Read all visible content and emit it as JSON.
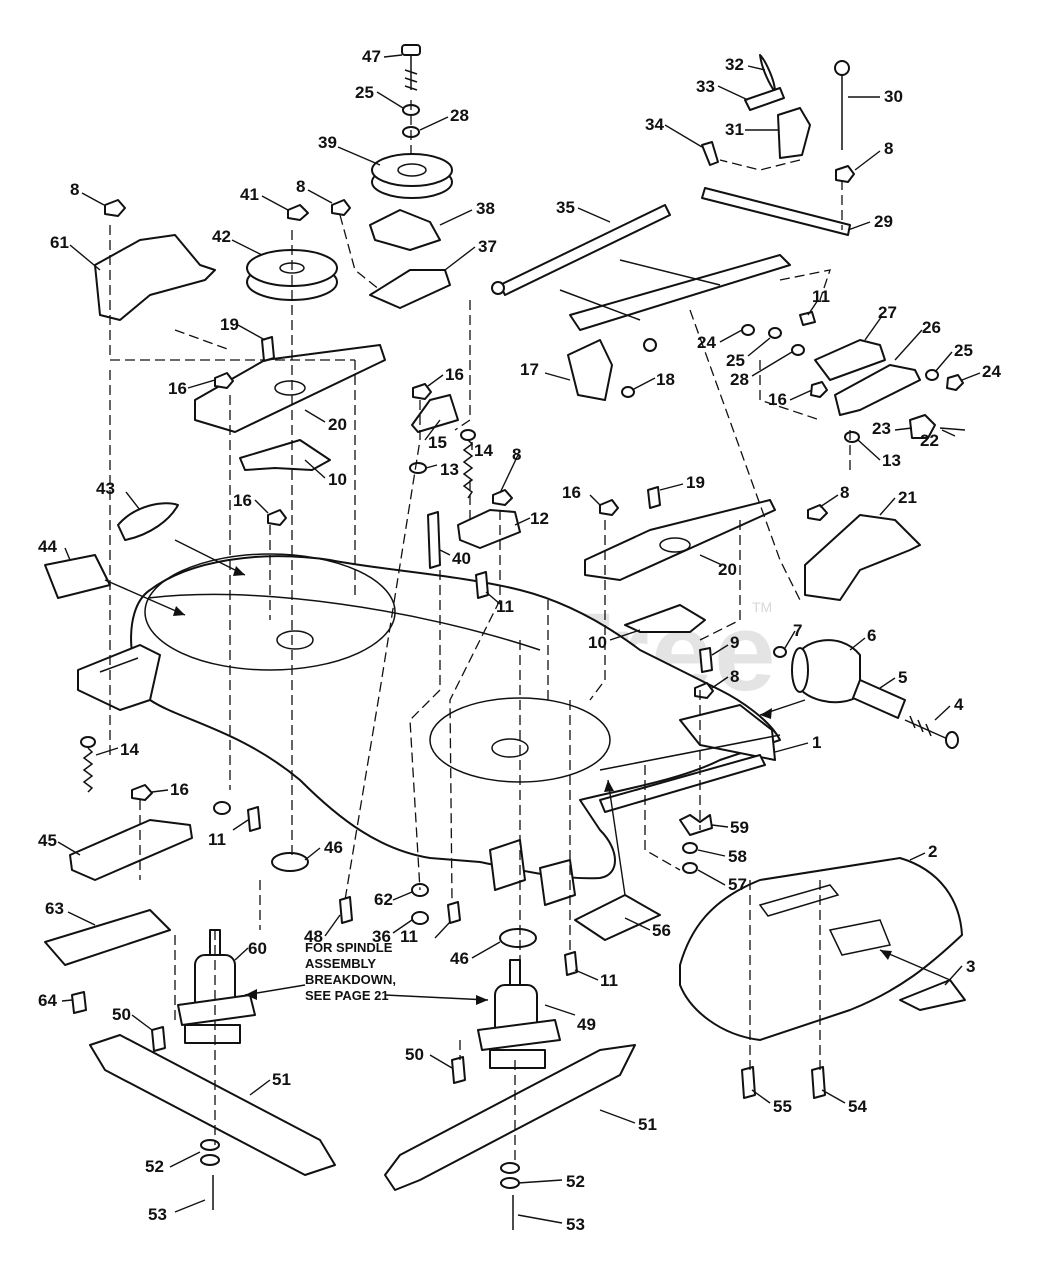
{
  "watermark": "PartsTree",
  "watermark_tm": "TM",
  "note": {
    "lines": [
      "FOR SPINDLE",
      "ASSEMBLY",
      "BREAKDOWN,",
      "SEE PAGE 21"
    ]
  },
  "callouts": [
    {
      "n": "47"
    },
    {
      "n": "25"
    },
    {
      "n": "28"
    },
    {
      "n": "39"
    },
    {
      "n": "38"
    },
    {
      "n": "37"
    },
    {
      "n": "8"
    },
    {
      "n": "41"
    },
    {
      "n": "8"
    },
    {
      "n": "42"
    },
    {
      "n": "61"
    },
    {
      "n": "8"
    },
    {
      "n": "32"
    },
    {
      "n": "33"
    },
    {
      "n": "31"
    },
    {
      "n": "30"
    },
    {
      "n": "8"
    },
    {
      "n": "34"
    },
    {
      "n": "35"
    },
    {
      "n": "29"
    },
    {
      "n": "19"
    },
    {
      "n": "16"
    },
    {
      "n": "20"
    },
    {
      "n": "10"
    },
    {
      "n": "16"
    },
    {
      "n": "15"
    },
    {
      "n": "14"
    },
    {
      "n": "13"
    },
    {
      "n": "17"
    },
    {
      "n": "18"
    },
    {
      "n": "11"
    },
    {
      "n": "27"
    },
    {
      "n": "24"
    },
    {
      "n": "25"
    },
    {
      "n": "28"
    },
    {
      "n": "26"
    },
    {
      "n": "25"
    },
    {
      "n": "24"
    },
    {
      "n": "16"
    },
    {
      "n": "23"
    },
    {
      "n": "22"
    },
    {
      "n": "13"
    },
    {
      "n": "43"
    },
    {
      "n": "44"
    },
    {
      "n": "16"
    },
    {
      "n": "8"
    },
    {
      "n": "12"
    },
    {
      "n": "40"
    },
    {
      "n": "11"
    },
    {
      "n": "16"
    },
    {
      "n": "19"
    },
    {
      "n": "20"
    },
    {
      "n": "8"
    },
    {
      "n": "21"
    },
    {
      "n": "10"
    },
    {
      "n": "9"
    },
    {
      "n": "7"
    },
    {
      "n": "6"
    },
    {
      "n": "8"
    },
    {
      "n": "5"
    },
    {
      "n": "4"
    },
    {
      "n": "1"
    },
    {
      "n": "14"
    },
    {
      "n": "16"
    },
    {
      "n": "45"
    },
    {
      "n": "11"
    },
    {
      "n": "46"
    },
    {
      "n": "59"
    },
    {
      "n": "58"
    },
    {
      "n": "57"
    },
    {
      "n": "2"
    },
    {
      "n": "63"
    },
    {
      "n": "62"
    },
    {
      "n": "48"
    },
    {
      "n": "36"
    },
    {
      "n": "11"
    },
    {
      "n": "56"
    },
    {
      "n": "60"
    },
    {
      "n": "46"
    },
    {
      "n": "11"
    },
    {
      "n": "3"
    },
    {
      "n": "64"
    },
    {
      "n": "50"
    },
    {
      "n": "49"
    },
    {
      "n": "50"
    },
    {
      "n": "51"
    },
    {
      "n": "51"
    },
    {
      "n": "55"
    },
    {
      "n": "54"
    },
    {
      "n": "52"
    },
    {
      "n": "53"
    },
    {
      "n": "52"
    },
    {
      "n": "53"
    }
  ]
}
